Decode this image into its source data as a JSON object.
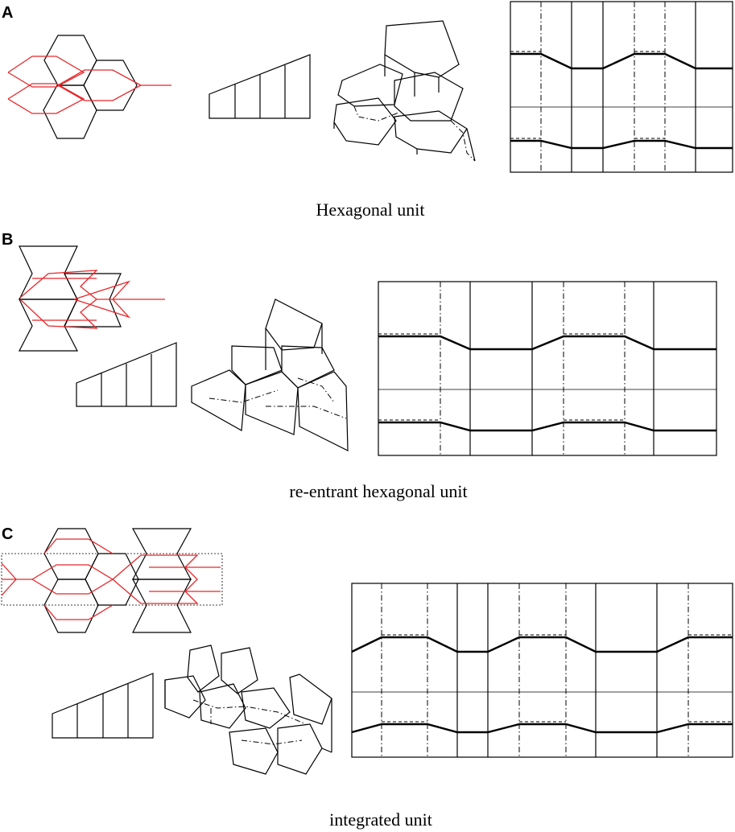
{
  "figure": {
    "panels": [
      {
        "letter": "A",
        "caption": "Hexagonal unit"
      },
      {
        "letter": "B",
        "caption": "re-entrant hexagonal unit"
      },
      {
        "letter": "C",
        "caption": "integrated unit"
      }
    ]
  },
  "colors": {
    "line": "#000000",
    "pattern": "#e8262a",
    "background": "#ffffff"
  }
}
